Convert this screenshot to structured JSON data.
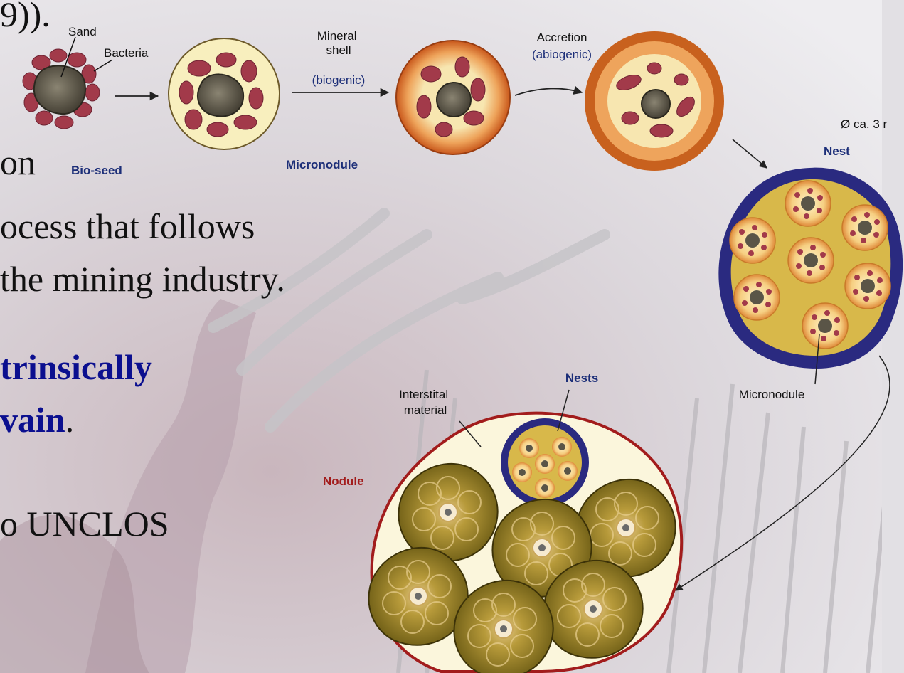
{
  "slide_text": {
    "line1": "9)).",
    "line2": "on",
    "line3": "ocess that follows",
    "line4": "the mining industry.",
    "line5": "trinsically",
    "line6a": "vain",
    "line6b": ".",
    "line7": "o UNCLOS"
  },
  "diagram": {
    "sand": "Sand",
    "bacteria": "Bacteria",
    "mineral_shell": [
      "Mineral",
      "shell",
      "(biogenic)"
    ],
    "accretion": [
      "Accretion",
      "(abiogenic)"
    ],
    "bio_seed": "Bio-seed",
    "micronodule_top": "Micronodule",
    "diameter": "Ø ca. 3 r",
    "nest": "Nest",
    "micronodule_right": "Micronodule",
    "nests": "Nests",
    "interstitial": [
      "Interstital",
      "material"
    ],
    "nodule": "Nodule"
  },
  "colors": {
    "bacteria": "#a23a4a",
    "seed": "#4b4638",
    "shell_cream": "#f8efbe",
    "accretion_orange": "#d9702a",
    "nest_border": "#2a2a80",
    "nodule_border": "#a21c1c",
    "nodule_fill": "#fbf6dc",
    "nest_cluster": "#7b6a16",
    "label_blue": "#1c2e78",
    "text_accent": "#0b0f8f"
  }
}
